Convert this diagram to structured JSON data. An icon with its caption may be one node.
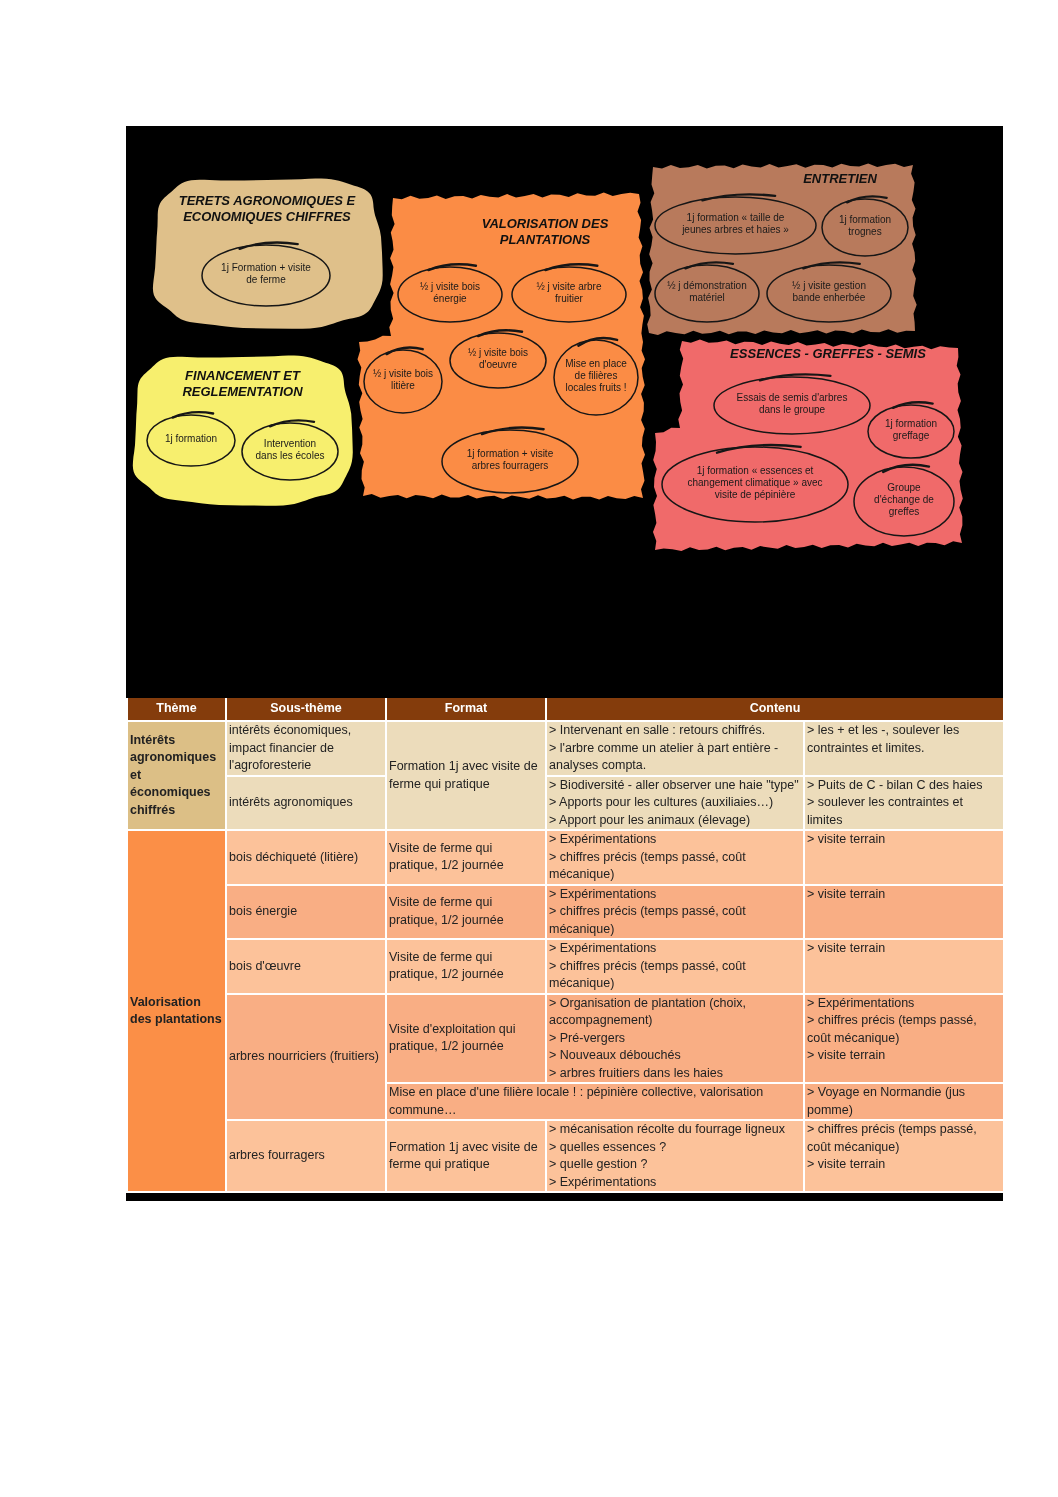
{
  "diagram": {
    "nodes": [
      {
        "text": [
          "TERETS AGRONOMIQUES E ECONOMIQUES CHIFFRES"
        ]
      },
      {
        "text": [
          "1j Formation + visite de ferme"
        ],
        "in": 0
      },
      {
        "text": [
          "FINANCEMENT ET REGLEMENTATION"
        ]
      },
      {
        "text": [
          "1j formation"
        ],
        "in": 2
      },
      {
        "text": [
          "Intervention dans les écoles"
        ],
        "in": 2
      },
      {
        "text": [
          "VALORISATION DES PLANTATIONS"
        ]
      },
      {
        "text": [
          "½ j visite bois énergie"
        ],
        "in": 5
      },
      {
        "text": [
          "½ j visite arbre fruitier"
        ],
        "in": 5
      },
      {
        "text": [
          "½ j visite bois litière"
        ],
        "in": 5
      },
      {
        "text": [
          "½ j visite bois d'oeuvre"
        ],
        "in": 5
      },
      {
        "text": [
          "Mise en place de filières locales fruits !"
        ],
        "in": 5
      },
      {
        "text": [
          "1j formation + visite arbres fourragers"
        ],
        "in": 5
      },
      {
        "text": [
          "ENTRETIEN"
        ]
      },
      {
        "text": [
          "1j formation « taille de jeunes arbres et haies »"
        ],
        "in": 12
      },
      {
        "text": [
          "1j formation trognes"
        ],
        "in": 12
      },
      {
        "text": [
          "½ j démonstration matériel"
        ],
        "in": 12
      },
      {
        "text": [
          "½ j visite gestion bande enherbée"
        ],
        "in": 12
      },
      {
        "text": [
          "ESSENCES - GREFFES - SEMIS"
        ]
      },
      {
        "text": [
          "Essais de semis d'arbres dans le groupe"
        ],
        "in": 17
      },
      {
        "text": [
          "1j formation greffage"
        ],
        "in": 17
      },
      {
        "text": [
          "1j formation « essences et changement climatique » avec visite de pépinière"
        ],
        "in": 17
      },
      {
        "text": [
          "Groupe d'échange de greffes"
        ],
        "in": 17
      }
    ],
    "edges": [],
    "labels": [
      "Thème",
      "Sous-thème",
      "Format",
      "Contenu",
      "Intérêts agronomiques et économiques chiffrés",
      "intérêts économiques, impact financier de l'agroforesterie",
      "Formation 1j avec visite de ferme qui pratique",
      "> Intervenant en salle : retours chiffrés.",
      "> l'arbre comme un atelier à part entière - analyses compta.",
      "> les + et les -, soulever les contraintes et limites.",
      "intérêts agronomiques",
      "> Biodiversité - aller observer une haie \"type\"",
      "> Apports pour les cultures (auxiliaies…)",
      "> Apport pour les animaux (élevage)",
      "> Puits de C - bilan C des haies",
      "> soulever les contraintes et limites",
      "Valorisation des plantations",
      "bois déchiqueté (litière)",
      "Visite de ferme qui pratique, 1/2 journée",
      "> Expérimentations",
      "> chiffres précis (temps passé, coût mécanique)",
      "> visite terrain",
      "bois énergie",
      "Visite de ferme qui pratique, 1/2 journée",
      "> Expérimentations",
      "> chiffres précis (temps passé, coût mécanique)",
      "> visite terrain",
      "bois d'œuvre",
      "Visite de ferme qui pratique, 1/2 journée",
      "> Expérimentations",
      "> chiffres précis (temps passé, coût mécanique)",
      "> visite terrain",
      "arbres nourriciers (fruitiers)",
      "Visite d'exploitation qui pratique, 1/2 journée",
      "> Organisation de plantation (choix, accompagnement)",
      "> Pré-vergers",
      "> Nouveaux débouchés",
      "> arbres fruitiers dans les haies",
      "> Expérimentations",
      "> chiffres précis (temps passé, coût mécanique)",
      "> visite terrain",
      "Mise en place d'une filière locale ! : pépinière collective, valorisation commune…",
      "> Voyage en Normandie (jus pomme)",
      "arbres fourragers",
      "Formation 1j avec visite de ferme qui pratique",
      "> mécanisation récolte du fourrage ligneux",
      "> quelles essences ?",
      "> quelle gestion ?",
      "> Expérimentations",
      "> chiffres précis (temps passé, coût mécanique)",
      "> visite terrain"
    ]
  }
}
